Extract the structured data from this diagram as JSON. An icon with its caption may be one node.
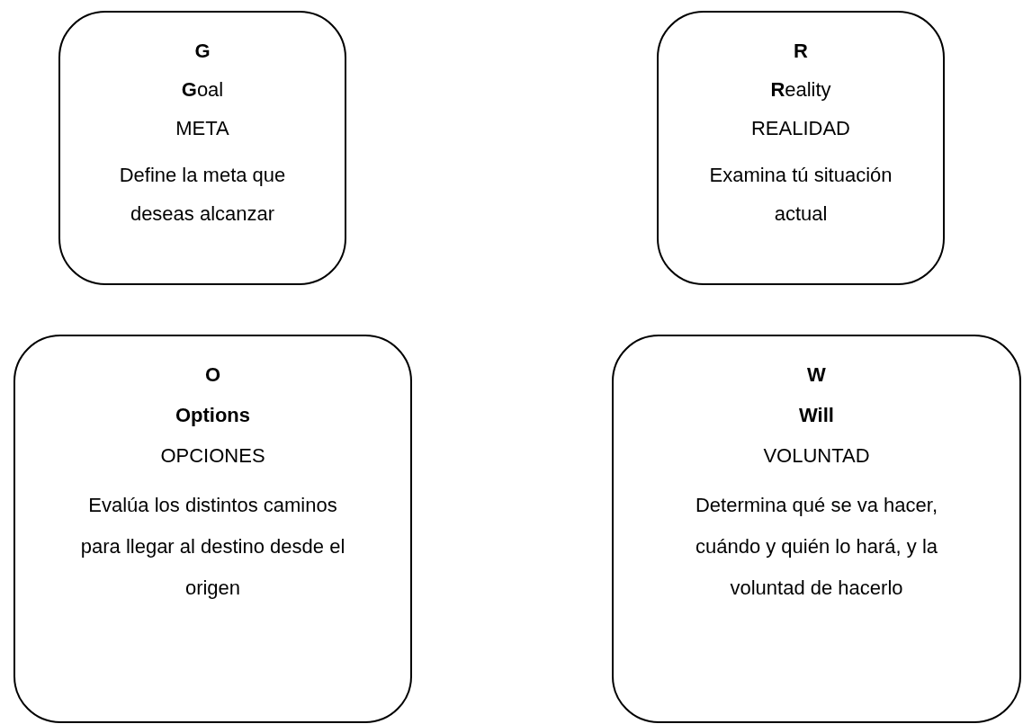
{
  "diagram": {
    "nodes": [
      {
        "text": [
          "G",
          "**G**oal",
          "META",
          "Define la meta que deseas alcanzar"
        ]
      },
      {
        "text": [
          "R",
          "**R**eality",
          "REALIDAD",
          "Examina tú situación actual"
        ]
      },
      {
        "text": [
          "O",
          "Options",
          "OPCIONES",
          "Evalúa los distintos caminos para llegar al destino desde el origen"
        ]
      },
      {
        "text": [
          "W",
          "Will",
          "VOLUNTAD",
          "Determina qué se va hacer, cuándo y quién lo hará, y la voluntad de hacerlo"
        ]
      }
    ]
  }
}
